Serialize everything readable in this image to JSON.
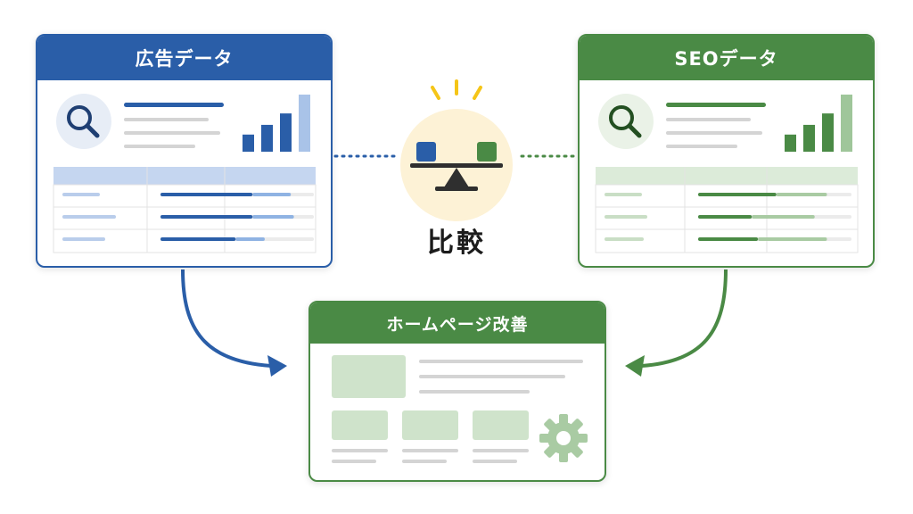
{
  "colors": {
    "ad_primary": "#2a5ea8",
    "ad_light": "#c5d6f0",
    "seo_primary": "#4a8a45",
    "seo_light": "#cfe3cb",
    "compare_circle": "#fdf2d6",
    "ray": "#f5c518",
    "neutral_gray": "#d4d4d4"
  },
  "icons": {
    "ad_search": "magnifier-icon",
    "seo_search": "magnifier-icon",
    "compare": "balance-scale-icon",
    "homepage_settings": "gear-icon"
  },
  "ad_panel": {
    "title": "広告データ",
    "bar_levels": [
      0.3,
      0.47,
      0.67,
      1.0
    ],
    "row_progress": [
      {
        "dark": 0.6,
        "light": 0.25
      },
      {
        "dark": 0.6,
        "light": 0.27
      },
      {
        "dark": 0.49,
        "light": 0.19
      }
    ]
  },
  "seo_panel": {
    "title": "SEOデータ",
    "bar_levels": [
      0.3,
      0.47,
      0.67,
      1.0
    ],
    "row_progress": [
      {
        "dark": 0.51,
        "light": 0.33
      },
      {
        "dark": 0.35,
        "light": 0.41
      },
      {
        "dark": 0.39,
        "light": 0.45
      }
    ]
  },
  "compare": {
    "label": "比較"
  },
  "homepage_panel": {
    "title": "ホームページ改善"
  }
}
